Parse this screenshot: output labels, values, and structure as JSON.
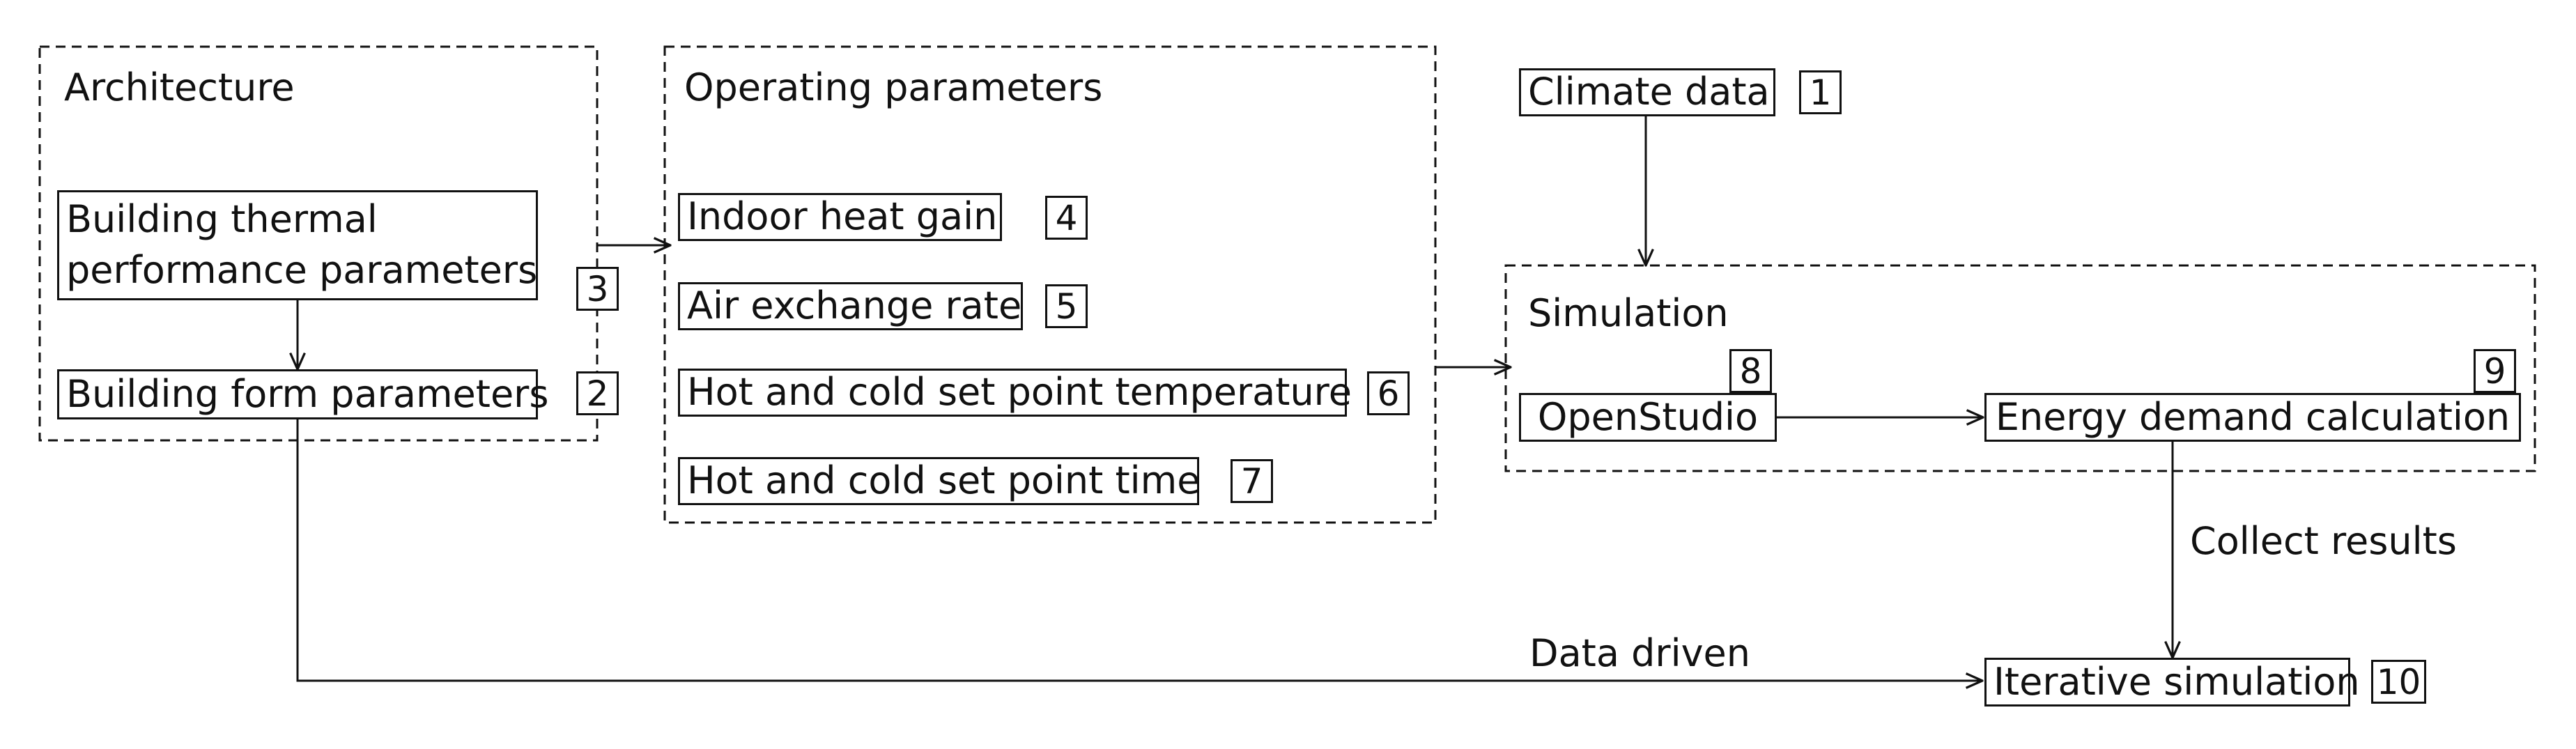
{
  "groups": {
    "architecture": {
      "title": "Architecture"
    },
    "operating": {
      "title": "Operating parameters"
    },
    "simulation": {
      "title": "Simulation"
    }
  },
  "nodes": {
    "thermal": {
      "line1": "Building thermal",
      "line2": "performance parameters",
      "num": "3"
    },
    "form": {
      "label": "Building form parameters",
      "num": "2"
    },
    "climate": {
      "label": "Climate data",
      "num": "1"
    },
    "heat_gain": {
      "label": "Indoor heat gain",
      "num": "4"
    },
    "air": {
      "label": "Air exchange rate",
      "num": "5"
    },
    "temp": {
      "label": "Hot and cold set point temperature",
      "num": "6"
    },
    "time": {
      "label": "Hot and cold set point time",
      "num": "7"
    },
    "openstudio": {
      "label": "OpenStudio",
      "num": "8"
    },
    "energy": {
      "label": "Energy demand calculation",
      "num": "9"
    },
    "iterative": {
      "label": "Iterative simulation",
      "num": "10"
    }
  },
  "edges": {
    "collect": "Collect results",
    "data_driven": "Data driven"
  },
  "style": {
    "line_color": "#111111",
    "background": "#ffffff"
  }
}
